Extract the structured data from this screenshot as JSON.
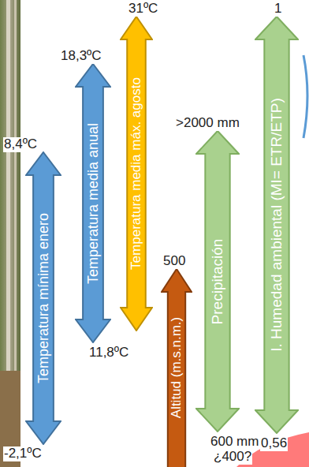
{
  "diagram": {
    "nodes": [
      {
        "text": [
          "Temperatura mínima enero"
        ]
      },
      {
        "text": [
          "Temperatura media anual"
        ]
      },
      {
        "text": [
          "Temperatura media máx. agosto"
        ]
      },
      {
        "text": [
          "Altitud (m.s.n.m.)"
        ]
      },
      {
        "text": [
          "Precipitación"
        ]
      },
      {
        "text": [
          "I. Humedad ambiental (MI= ETR/ETP)"
        ]
      }
    ],
    "labels": [
      "8,4ºC",
      "-2,1ºC",
      "18,3ºC",
      "11,8ºC",
      "31ºC",
      "500",
      ">2000 mm",
      "600 mm",
      "¿400?",
      "1",
      "0,56"
    ]
  }
}
